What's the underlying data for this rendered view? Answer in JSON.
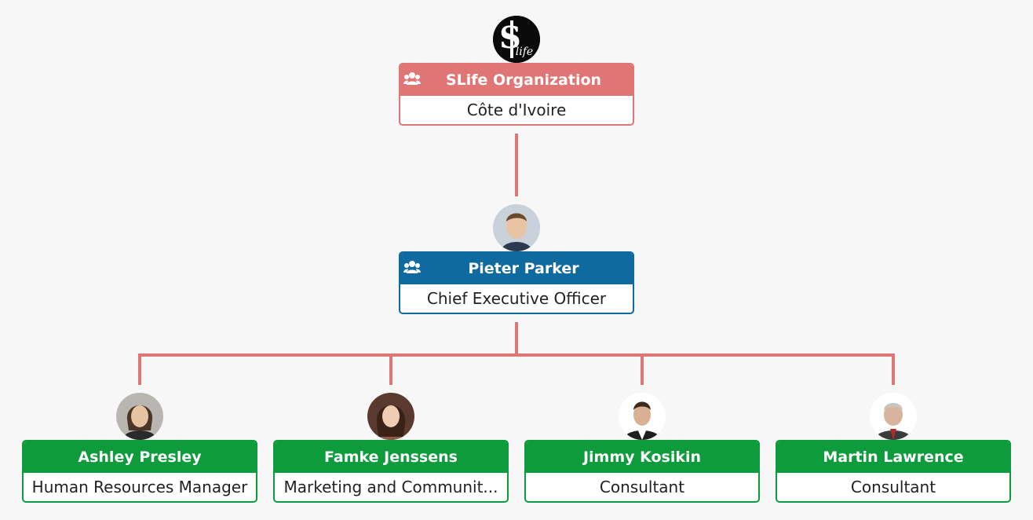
{
  "colors": {
    "connector": "#e07575",
    "org": "#e07575",
    "ceo": "#0f6aa0",
    "staff": "#0d9b3c"
  },
  "organization": {
    "name": "SLife Organization",
    "location": "Côte d'Ivoire",
    "logo_icon": "slife-logo-icon",
    "group_icon": "users-icon"
  },
  "ceo": {
    "name": "Pieter Parker",
    "title": "Chief Executive Officer",
    "group_icon": "users-icon"
  },
  "staff": [
    {
      "name": "Ashley Presley",
      "title": "Human Resources Manager"
    },
    {
      "name": "Famke Jenssens",
      "title": "Marketing and Communit..."
    },
    {
      "name": "Jimmy Kosikin",
      "title": "Consultant"
    },
    {
      "name": "Martin Lawrence",
      "title": "Consultant"
    }
  ]
}
